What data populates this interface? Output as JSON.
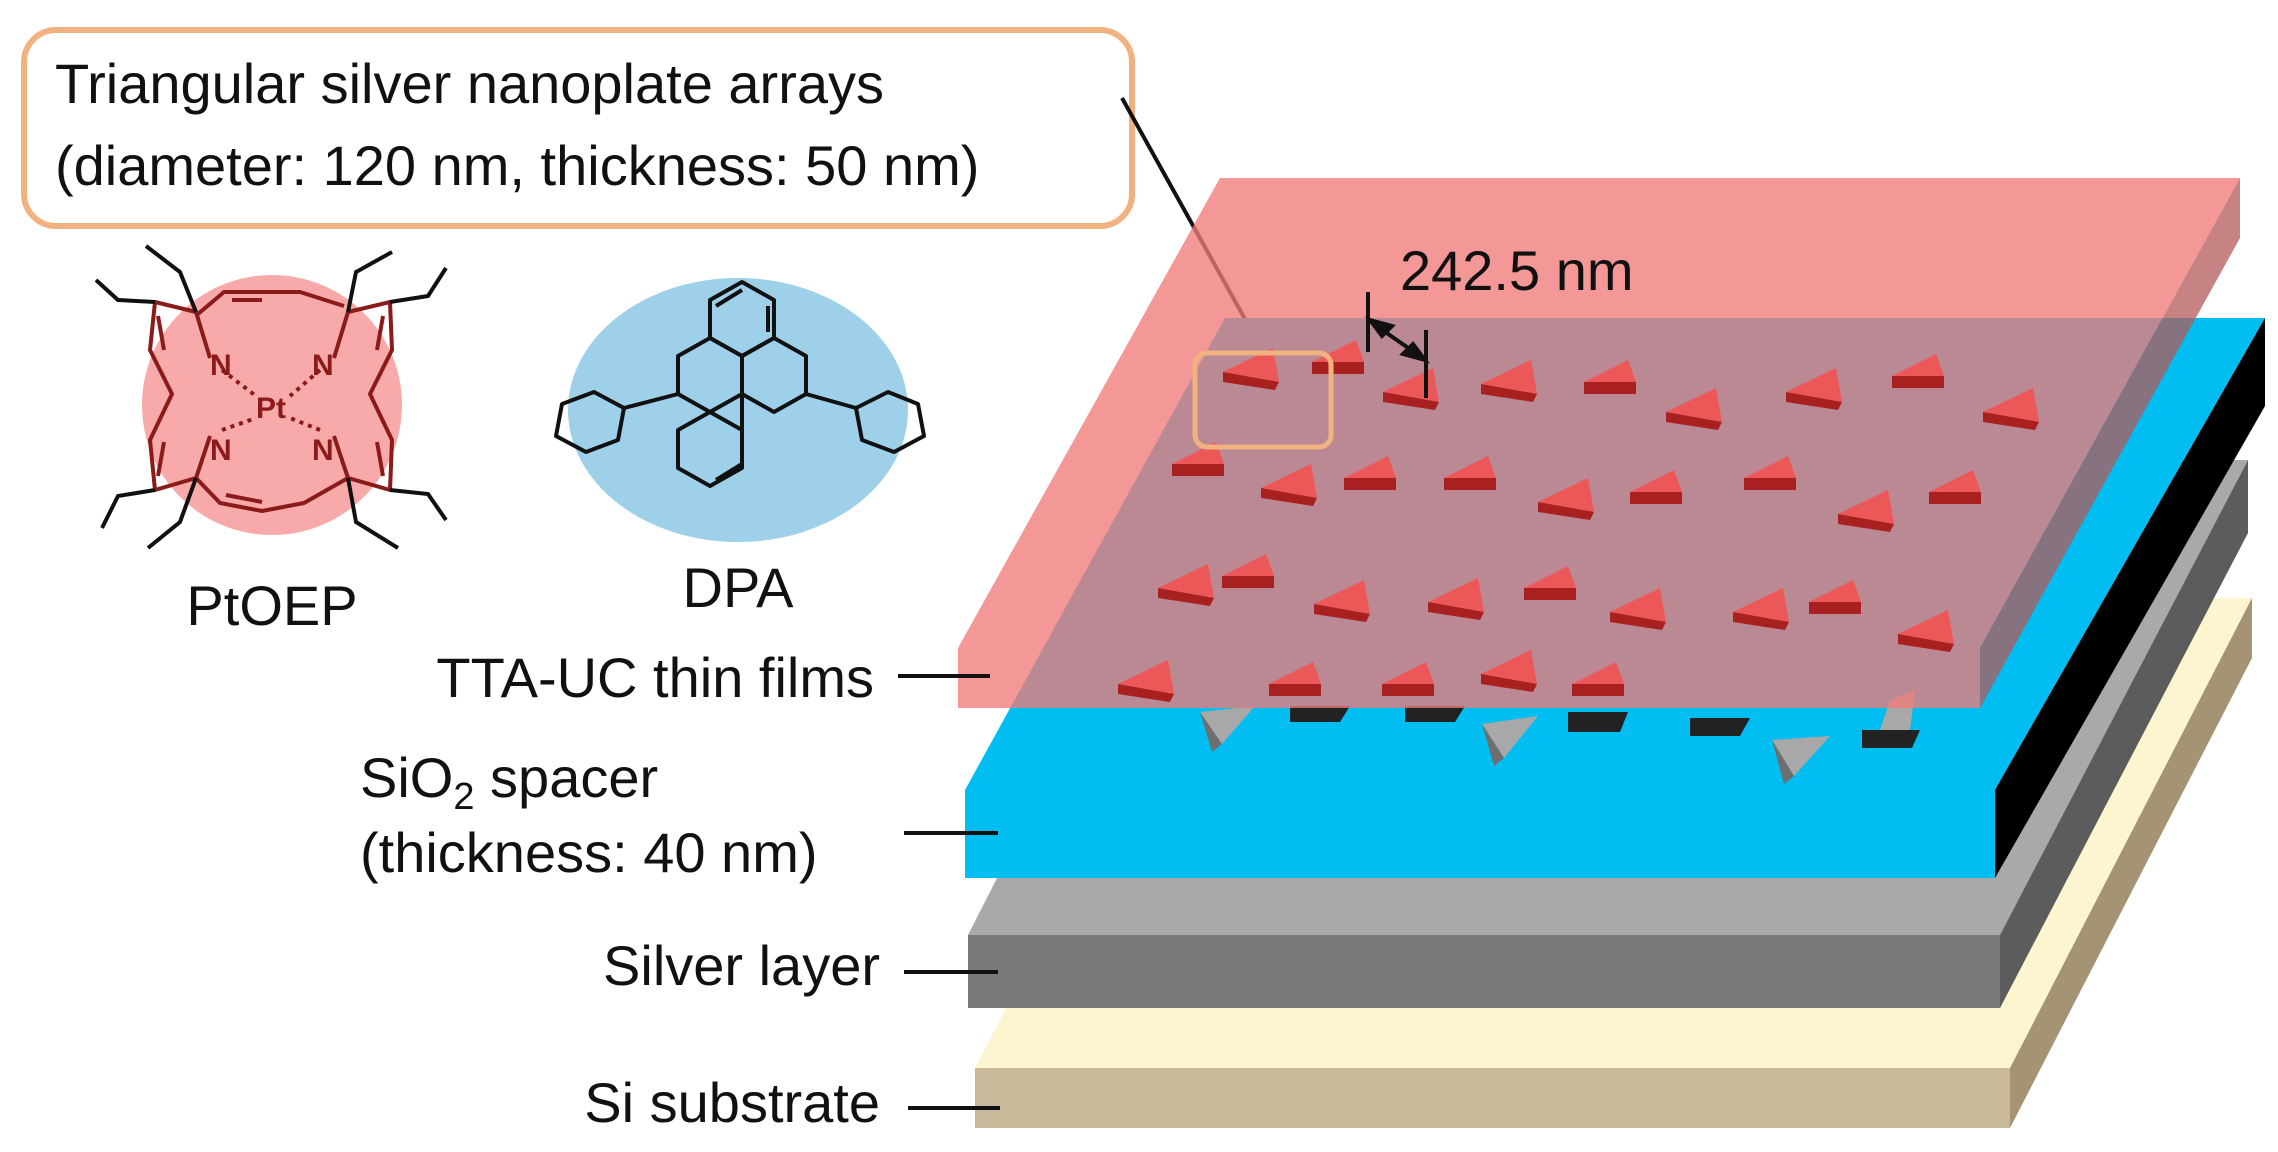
{
  "callout": {
    "line1": "Triangular silver nanoplate arrays",
    "line2": "(diameter: 120 nm, thickness: 50 nm)"
  },
  "dimension_label": "242.5 nm",
  "molecules": {
    "ptoep": {
      "name": "PtOEP",
      "metal": "Pt",
      "n_atom": "N"
    },
    "dpa": {
      "name": "DPA"
    }
  },
  "layers": {
    "tta_uc": "TTA-UC thin films",
    "sio2_prefix": "SiO",
    "sio2_sub": "2",
    "sio2_suffix": " spacer",
    "sio2_thickness": "(thickness: 40 nm)",
    "silver": "Silver layer",
    "si": "Si substrate"
  },
  "colors": {
    "tta_film": "#f07a7a",
    "sio2": "#00bdf2",
    "silver": "#7a7a7a",
    "substrate": "#c8b99a",
    "callout_border": "#f2b27f",
    "ptoep_halo": "#f7a0a0",
    "dpa_halo": "#93cbe8",
    "nanoplate": "#e24a4a"
  }
}
